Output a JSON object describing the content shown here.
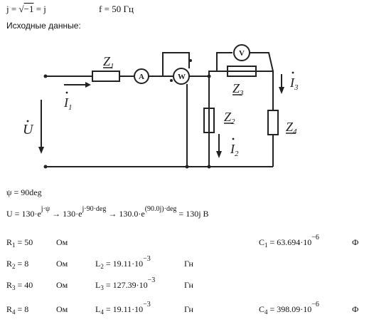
{
  "header": {
    "j_def_lhs": "j",
    "eq": "=",
    "sqrt_arg": "−1",
    "j_def_rhs": "j",
    "f_label": "f",
    "f_value": "50",
    "f_unit": "Гц"
  },
  "section_title": "Исходные данные:",
  "circuit": {
    "z1": "Z",
    "z1_sub": "1",
    "ammeter": "A",
    "wattmeter": "W",
    "voltmeter": "V",
    "z2": "Z",
    "z2_sub": "2",
    "z3": "Z",
    "z3_sub": "3",
    "z4": "Z",
    "z4_sub": "4",
    "i1": "I",
    "i1_sub": "1",
    "i2": "I",
    "i2_sub": "2",
    "i3": "I",
    "i3_sub": "3",
    "u": "U"
  },
  "psi": {
    "symbol": "ψ",
    "text": "= 90deg"
  },
  "voltage": {
    "lhs": "U",
    "eq": "=",
    "base1": "130·e",
    "exp1": "j·ψ",
    "arrow": "→",
    "base2": "130·e",
    "exp2": "j·90·deg",
    "base3": "130.0·e",
    "exp3": "(90.0j)·deg",
    "result": "= 130j",
    "unit": "В"
  },
  "params": [
    {
      "r": "R",
      "r_sub": "1",
      "r_val": "= 50",
      "r_unit": "Ом",
      "l": "",
      "l_sub": "",
      "l_val": "",
      "l_exp": "",
      "l_unit": "",
      "c": "C",
      "c_sub": "1",
      "c_val": "= 63.694·10",
      "c_exp": "−6",
      "c_unit": "Ф"
    },
    {
      "r": "R",
      "r_sub": "2",
      "r_val": "= 8",
      "r_unit": "Ом",
      "l": "L",
      "l_sub": "2",
      "l_val": "= 19.11·10",
      "l_exp": "−3",
      "l_unit": "Гн",
      "c": "",
      "c_sub": "",
      "c_val": "",
      "c_exp": "",
      "c_unit": ""
    },
    {
      "r": "R",
      "r_sub": "3",
      "r_val": "= 40",
      "r_unit": "Ом",
      "l": "L",
      "l_sub": "3",
      "l_val": "= 127.39·10",
      "l_exp": "−3",
      "l_unit": "Гн",
      "c": "",
      "c_sub": "",
      "c_val": "",
      "c_exp": "",
      "c_unit": ""
    },
    {
      "r": "R",
      "r_sub": "4",
      "r_val": "= 8",
      "r_unit": "Ом",
      "l": "L",
      "l_sub": "4",
      "l_val": "= 19.11·10",
      "l_exp": "−3",
      "l_unit": "Гн",
      "c": "C",
      "c_sub": "4",
      "c_val": "= 398.09·10",
      "c_exp": "−6",
      "c_unit": "Ф"
    }
  ]
}
